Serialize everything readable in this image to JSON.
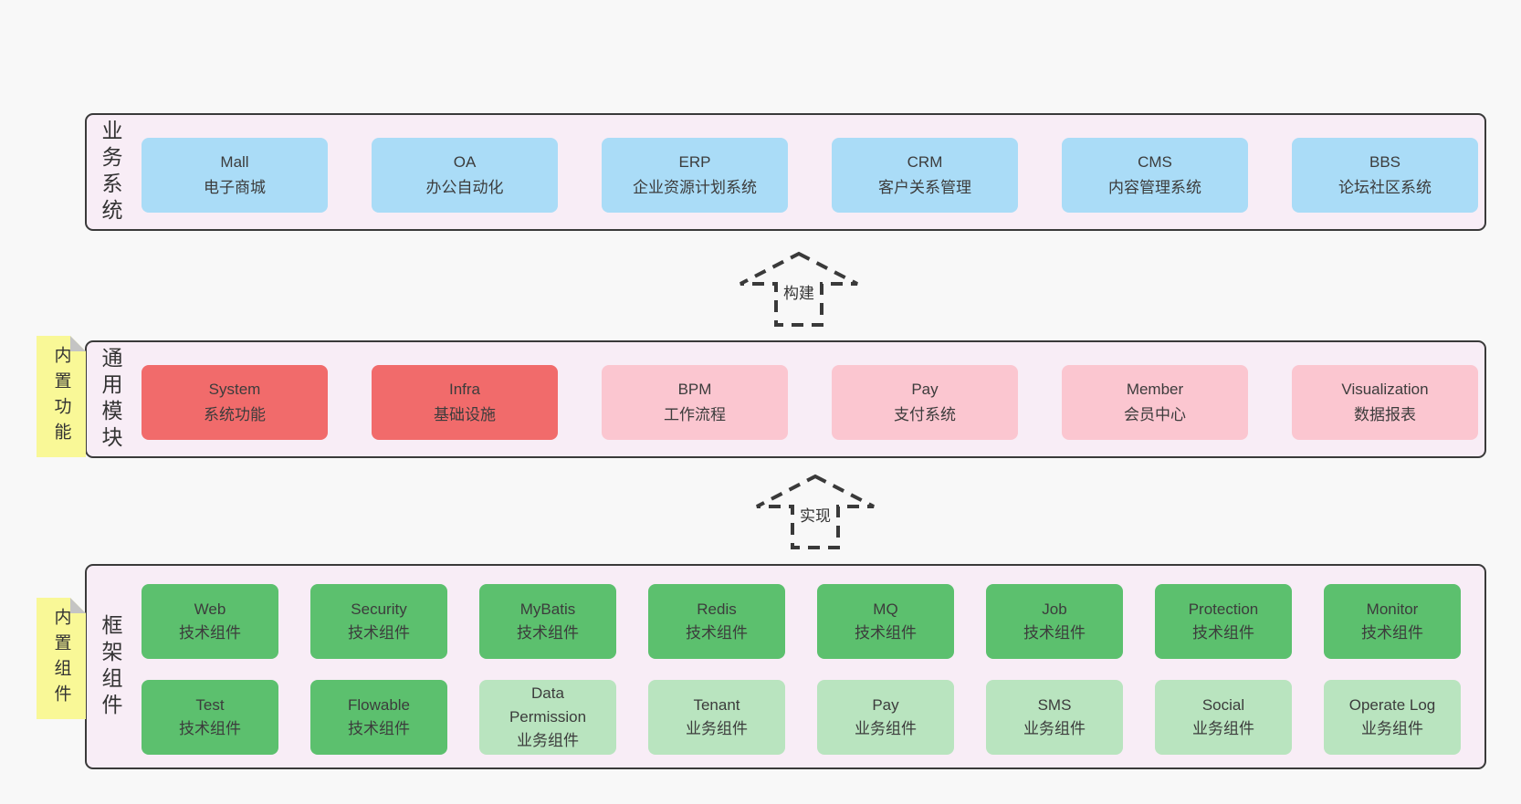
{
  "colors": {
    "page_bg": "#f8f8f8",
    "container_bg": "#f8edf6",
    "container_border": "#3a3a3a",
    "blue_box": "#aadcf7",
    "red_box": "#f16b6b",
    "pink_box": "#fbc6d0",
    "green_box": "#5cc06e",
    "light_green_box": "#b9e4bf",
    "note_yellow": "#f9f897",
    "note_fold_gray": "#c4c4c4",
    "text": "#3c3c3c"
  },
  "arrows": [
    {
      "label": "构建"
    },
    {
      "label": "实现"
    }
  ],
  "layers": {
    "business": {
      "side_label": "业务系统",
      "boxes": [
        {
          "name": "Mall",
          "desc": "电子商城"
        },
        {
          "name": "OA",
          "desc": "办公自动化"
        },
        {
          "name": "ERP",
          "desc": "企业资源计划系统"
        },
        {
          "name": "CRM",
          "desc": "客户关系管理"
        },
        {
          "name": "CMS",
          "desc": "内容管理系统"
        },
        {
          "name": "BBS",
          "desc": "论坛社区系统"
        }
      ]
    },
    "modules": {
      "side_label": "通用模块",
      "note": "内置功能",
      "boxes": [
        {
          "name": "System",
          "desc": "系统功能"
        },
        {
          "name": "Infra",
          "desc": "基础设施"
        },
        {
          "name": "BPM",
          "desc": "工作流程"
        },
        {
          "name": "Pay",
          "desc": "支付系统"
        },
        {
          "name": "Member",
          "desc": "会员中心"
        },
        {
          "name": "Visualization",
          "desc": "数据报表"
        }
      ]
    },
    "components": {
      "side_label": "框架组件",
      "note": "内置组件",
      "row1": [
        {
          "name": "Web",
          "desc": "技术组件"
        },
        {
          "name": "Security",
          "desc": "技术组件"
        },
        {
          "name": "MyBatis",
          "desc": "技术组件"
        },
        {
          "name": "Redis",
          "desc": "技术组件"
        },
        {
          "name": "MQ",
          "desc": "技术组件"
        },
        {
          "name": "Job",
          "desc": "技术组件"
        },
        {
          "name": "Protection",
          "desc": "技术组件"
        },
        {
          "name": "Monitor",
          "desc": "技术组件"
        }
      ],
      "row2": [
        {
          "name": "Test",
          "desc": "技术组件"
        },
        {
          "name": "Flowable",
          "desc": "技术组件"
        },
        {
          "name": "Data Permission",
          "desc": "业务组件"
        },
        {
          "name": "Tenant",
          "desc": "业务组件"
        },
        {
          "name": "Pay",
          "desc": "业务组件"
        },
        {
          "name": "SMS",
          "desc": "业务组件"
        },
        {
          "name": "Social",
          "desc": "业务组件"
        },
        {
          "name": "Operate Log",
          "desc": "业务组件"
        }
      ]
    }
  }
}
